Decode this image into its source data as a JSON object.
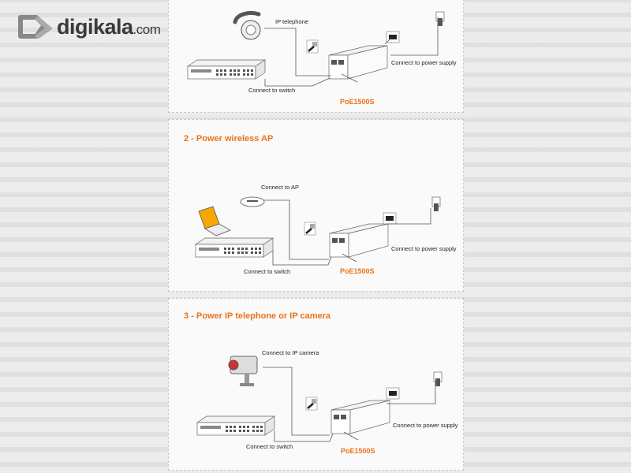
{
  "logo": {
    "brand": "digikala",
    "suffix": ".com"
  },
  "watermark": "digikala",
  "panels": [
    {
      "title": "",
      "device_label": "IP telephone",
      "switch_label": "Connect to switch",
      "power_label": "Connect to power supply",
      "model": "PoE1500S"
    },
    {
      "title": "2 - Power wireless AP",
      "device_label": "Connect to AP",
      "switch_label": "Connect to switch",
      "power_label": "Connect to power supply",
      "model": "PoE1500S"
    },
    {
      "title": "3 - Power IP telephone or IP camera",
      "device_label": "Connect to IP camera",
      "switch_label": "Connect to switch",
      "power_label": "Connect to power supply",
      "model": "PoE1500S"
    }
  ],
  "colors": {
    "accent": "#e8741c",
    "background": "#ececec"
  }
}
